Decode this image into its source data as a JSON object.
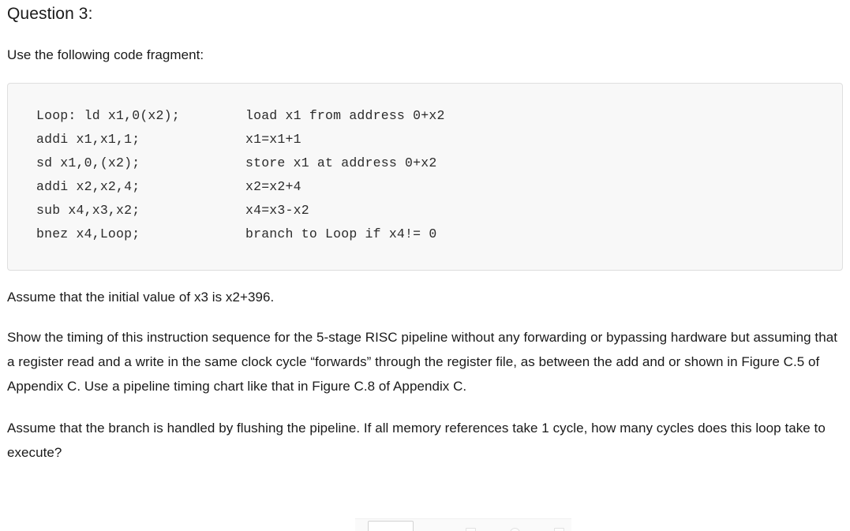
{
  "question": {
    "heading": "Question 3:",
    "intro": "Use the following code fragment:"
  },
  "code_fragment": {
    "lines": [
      {
        "instruction": "Loop: ld x1,0(x2);",
        "comment": "load x1 from address 0+x2"
      },
      {
        "instruction": "addi x1,x1,1;",
        "comment": "x1=x1+1"
      },
      {
        "instruction": "sd x1,0,(x2);",
        "comment": "store x1 at address 0+x2"
      },
      {
        "instruction": "addi x2,x2,4;",
        "comment": "x2=x2+4"
      },
      {
        "instruction": "sub x4,x3,x2;",
        "comment": "x4=x3-x2"
      },
      {
        "instruction": "bnez x4,Loop;",
        "comment": "branch to Loop if x4!= 0"
      }
    ]
  },
  "body": {
    "paragraph_1": "Assume that the initial value of x3 is x2+396.",
    "paragraph_2": "Show the timing of this instruction sequence for the 5-stage RISC pipeline without any forwarding or bypassing hardware but assuming that a register read and a write in the same clock cycle “forwards” through the register file, as between the add and or shown in Figure C.5 of Appendix C. Use a pipeline timing chart like that in Figure C.8 of Appendix C.",
    "paragraph_3": "Assume that the branch is handled by flushing the pipeline. If all memory references take 1 cycle, how many cycles does this loop take to execute?"
  },
  "answer_area": {
    "input_value": ""
  },
  "colors": {
    "text": "#1a1a1a",
    "code_text": "#2b2b2b",
    "card_background": "#f8f8f8",
    "card_border": "#dfdfdf",
    "page_background": "#ffffff"
  }
}
